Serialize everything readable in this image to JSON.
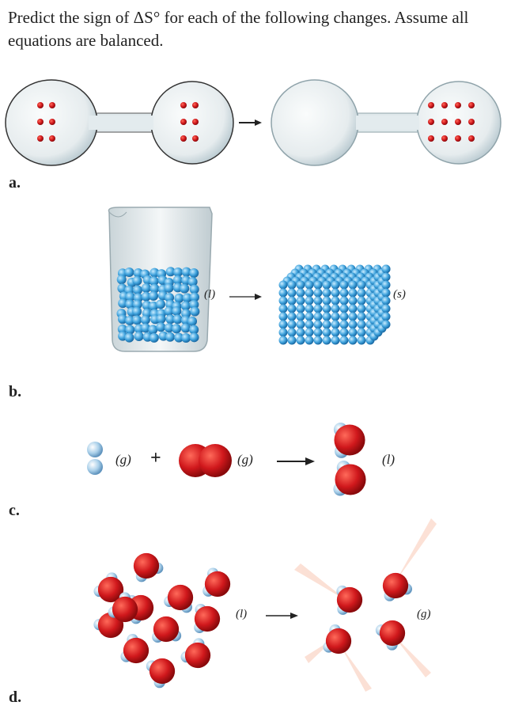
{
  "prompt": "Predict the sign of ΔS° for each of the following changes. Assume all equations are balanced.",
  "parts": {
    "a": {
      "label": "a."
    },
    "b": {
      "label": "b.",
      "reactant_state": "(l)",
      "product_state": "(s)"
    },
    "c": {
      "label": "c.",
      "reactant1_state": "(g)",
      "plus": "+",
      "reactant2_state": "(g)",
      "product_state": "(l)"
    },
    "d": {
      "label": "d.",
      "reactant_state": "(l)",
      "product_state": "(g)"
    }
  },
  "colors": {
    "particle": "#d0181c",
    "hydrogen": "#9cc8e8",
    "sphere": "#4aa8dc",
    "bulb": "#e8eef0"
  }
}
